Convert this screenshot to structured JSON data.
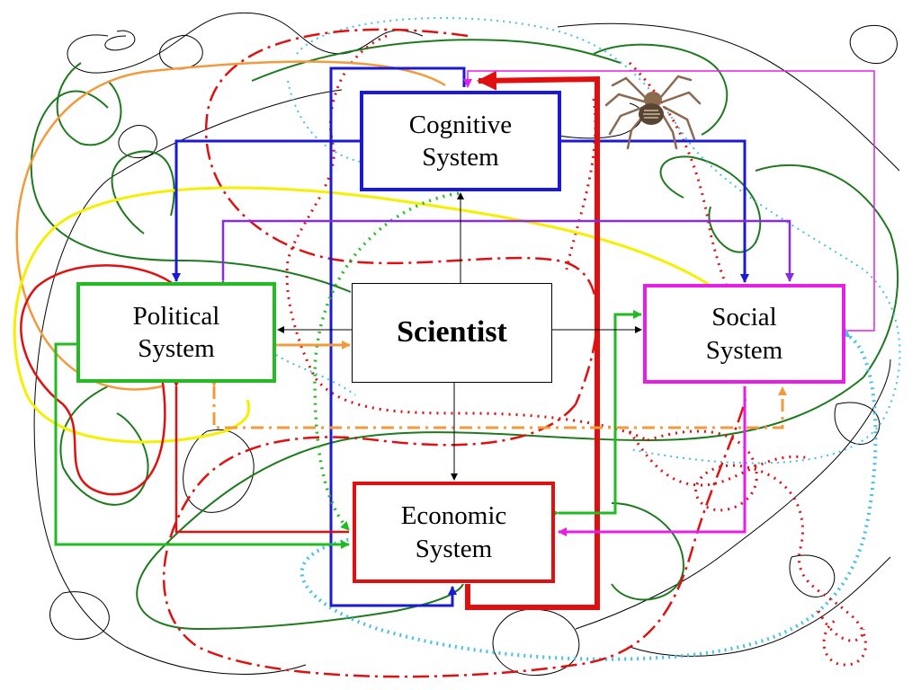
{
  "diagram": {
    "nodes": {
      "cognitive": {
        "line1": "Cognitive",
        "line2": "System",
        "border_color": "#1a1ad6"
      },
      "political": {
        "line1": "Political",
        "line2": "System",
        "border_color": "#22bb22"
      },
      "social": {
        "line1": "Social",
        "line2": "System",
        "border_color": "#e61ee6"
      },
      "economic": {
        "line1": "Economic",
        "line2": "System",
        "border_color": "#e01010"
      },
      "scientist": {
        "label": "Scientist",
        "border_color": "#000000"
      }
    },
    "icons": {
      "spider": "spider-icon"
    },
    "colors": {
      "blue": "#1a1ad6",
      "green": "#22bb22",
      "dark_green": "#1e7a1e",
      "magenta": "#e61ee6",
      "purple": "#8a2be2",
      "red": "#e01010",
      "orange": "#f29a3c",
      "yellow": "#f5f000",
      "light_blue": "#45c0e6",
      "black": "#000000"
    }
  }
}
